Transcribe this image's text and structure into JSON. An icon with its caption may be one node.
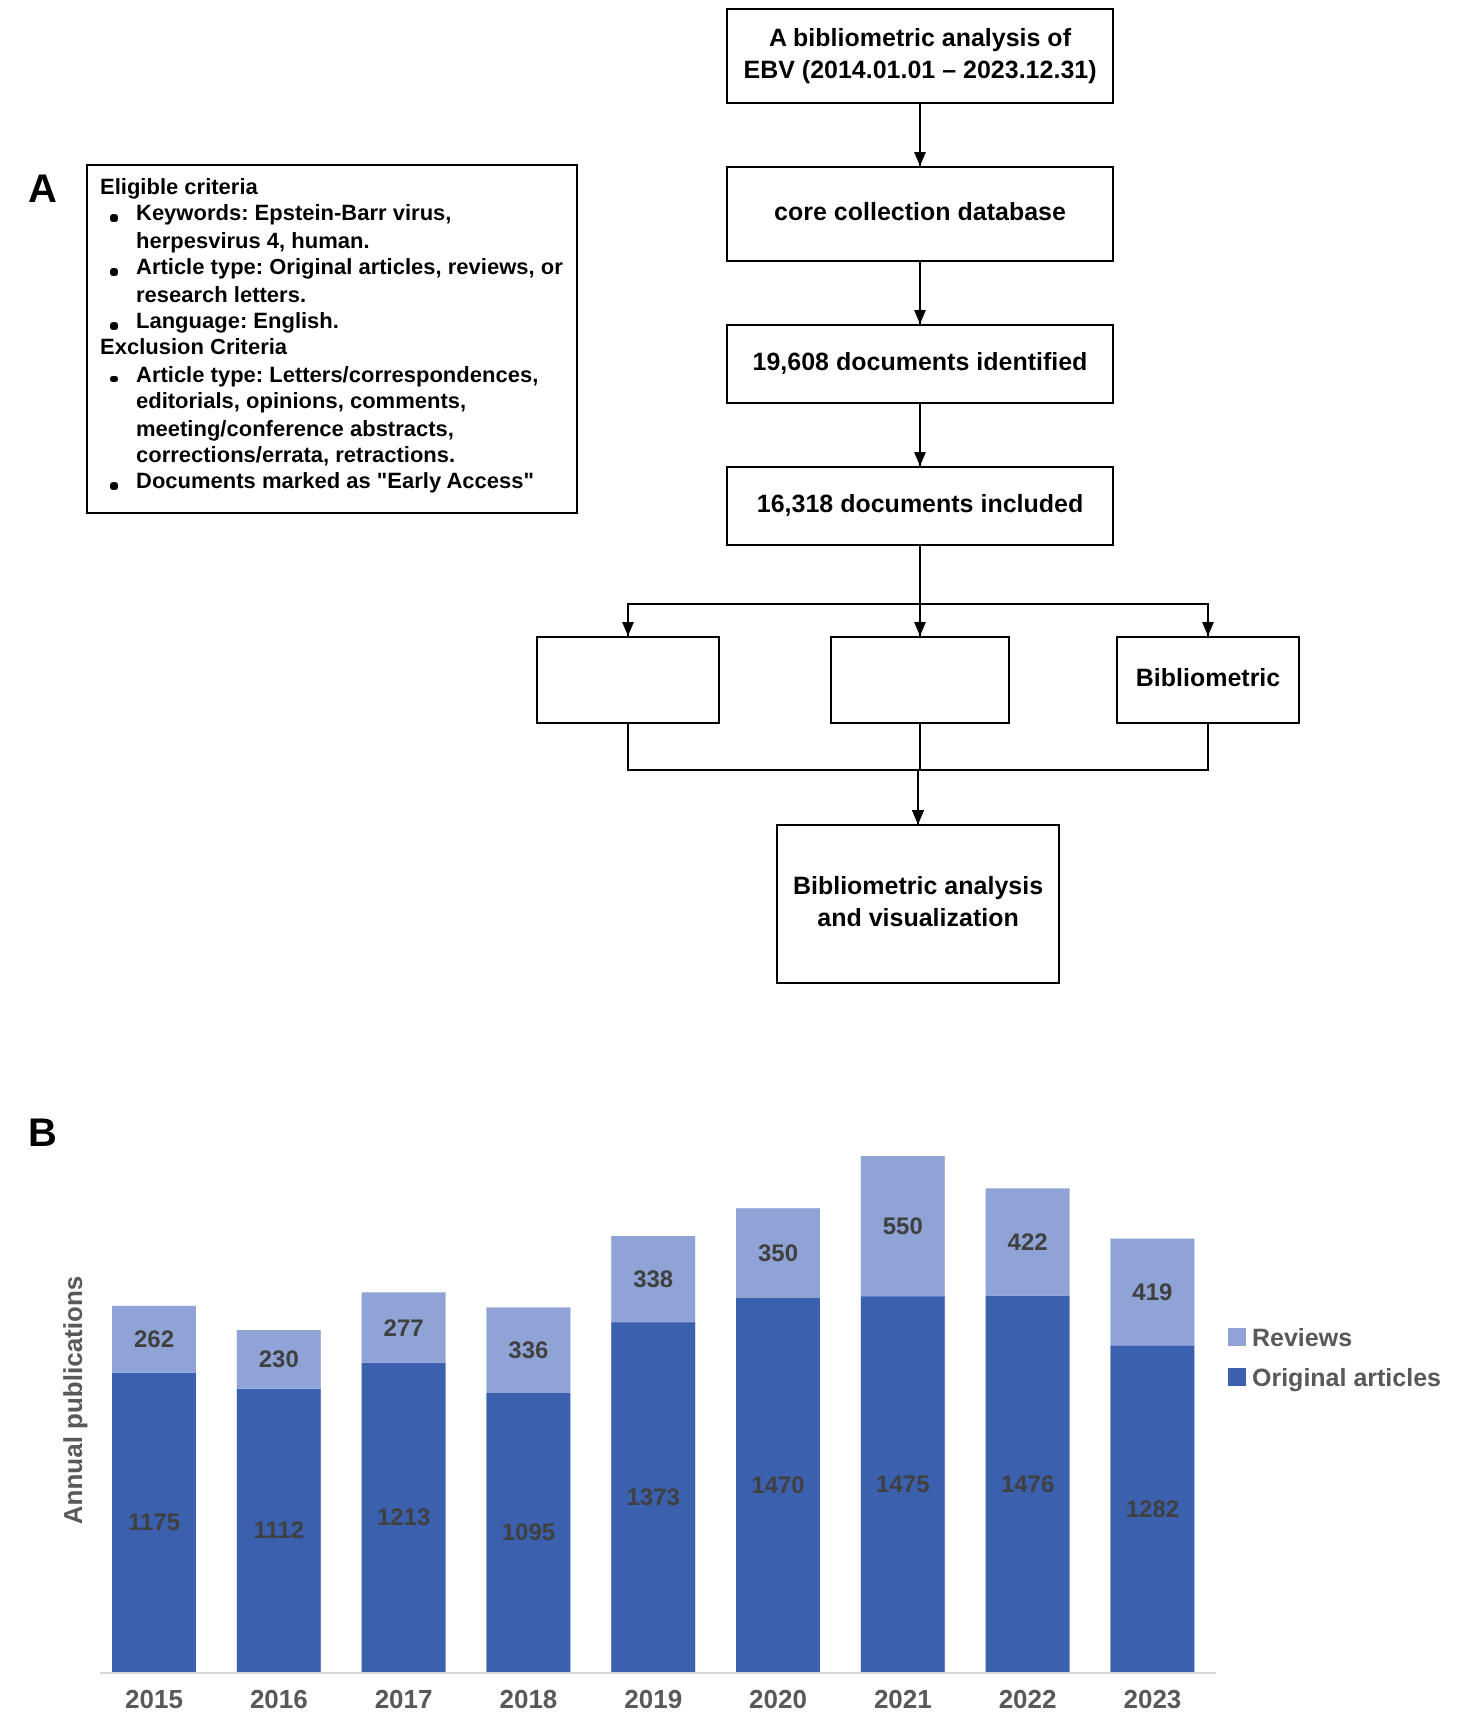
{
  "diagram": {
    "nodes": [
      {
        "text": [
          "A bibliometric analysis of EBV (2014.01.01 – 2023.12.31)"
        ]
      },
      {
        "text": [
          "Eligible criteria",
          "Keywords: Epstein-Barr virus, herpesvirus 4, human.",
          "Article type: Original articles, reviews, or research letters.",
          "Language: English.",
          "Exclusion Criteria",
          "Article type: Letters/correspondences, editorials, opinions, comments, meeting/conference abstracts, corrections/errata, retractions.",
          "Documents marked as \"Early Access\""
        ]
      },
      {
        "text": [
          "core collection database"
        ]
      },
      {
        "text": [
          "19,608 documents identified"
        ]
      },
      {
        "text": [
          "16,318 documents included"
        ]
      },
      {
        "text": [],
        "shape": "box"
      },
      {
        "text": [],
        "shape": "box"
      },
      {
        "text": [
          "Bibliometric"
        ]
      },
      {
        "text": [
          "Bibliometric analysis and visualization"
        ]
      }
    ],
    "edges": [
      {
        "from": 0,
        "to": 2,
        "arrow": "to"
      },
      {
        "from": 2,
        "to": 3,
        "arrow": "to"
      },
      {
        "from": 3,
        "to": 4,
        "arrow": "to"
      },
      {
        "from": 4,
        "to": 5,
        "arrow": "to"
      },
      {
        "from": 4,
        "to": 6,
        "arrow": "to"
      },
      {
        "from": 4,
        "to": 7,
        "arrow": "to"
      },
      {
        "from": 5,
        "to": 8,
        "arrow": "to"
      },
      {
        "from": 6,
        "to": 8,
        "arrow": "to"
      },
      {
        "from": 7,
        "to": 8,
        "arrow": "to"
      }
    ],
    "labels": [
      "A",
      "B"
    ],
    "chart_data": {
      "type": "bar",
      "legend": "right",
      "ylabel": "Annual publications",
      "categories": [
        "2015",
        "2016",
        "2017",
        "2018",
        "2019",
        "2020",
        "2021",
        "2022",
        "2023"
      ],
      "stacked": true,
      "data_labels": true,
      "series": [
        {
          "name": "Original articles",
          "color": "#3a60ae",
          "values": [
            1175,
            1112,
            1213,
            1095,
            1373,
            1470,
            1475,
            1476,
            1282
          ]
        },
        {
          "name": "Reviews",
          "color": "#8fa3d7",
          "values": [
            262,
            230,
            277,
            336,
            338,
            350,
            550,
            422,
            419
          ]
        }
      ]
    }
  }
}
